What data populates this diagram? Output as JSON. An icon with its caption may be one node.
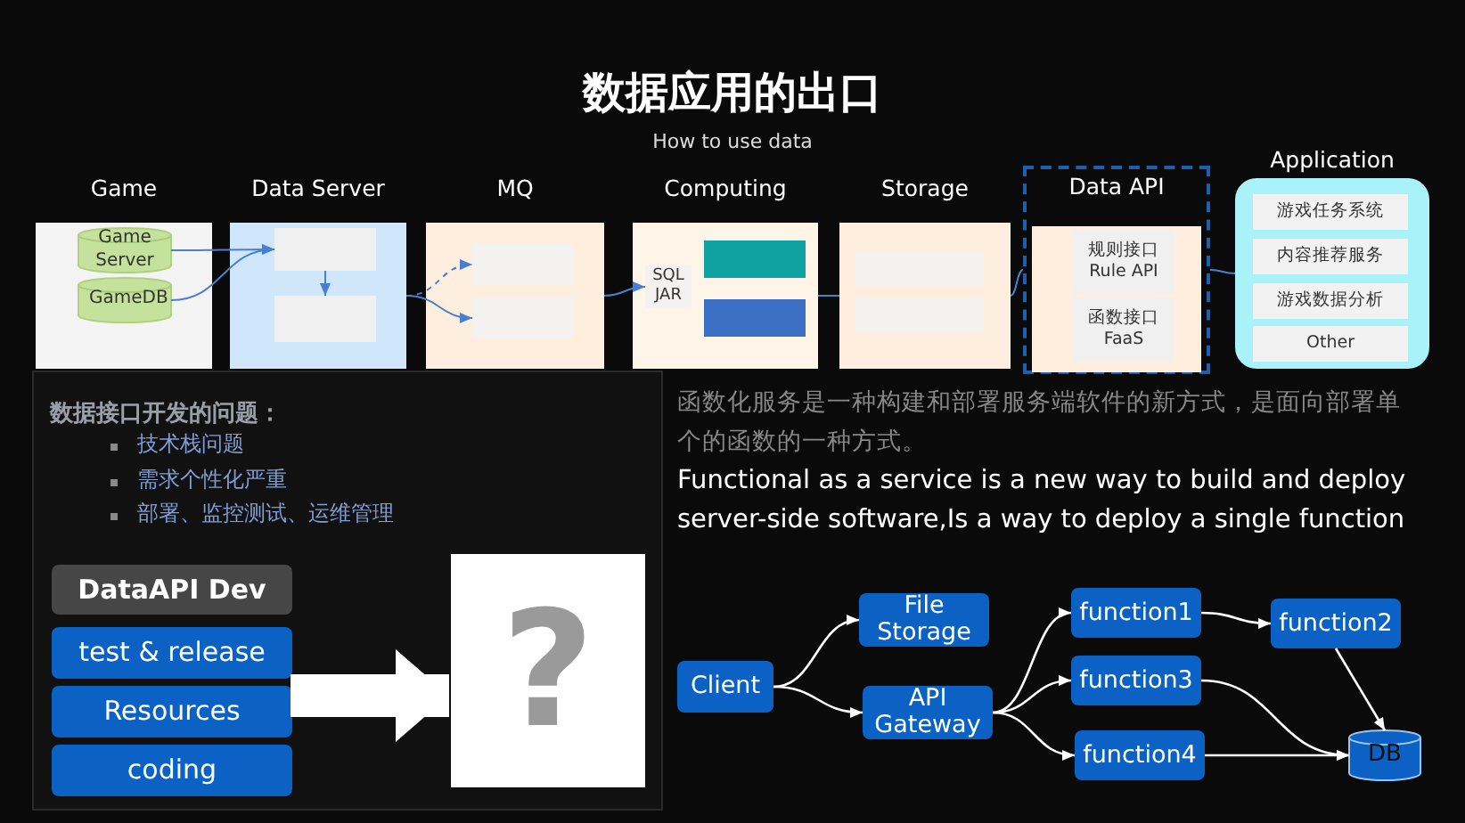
{
  "diagram": {
    "title": "数据应用的出口",
    "nodes": [
      {
        "text": [
          "Game"
        ]
      },
      {
        "text": [
          "Game Server"
        ],
        "in": 0
      },
      {
        "text": [
          "GameDB"
        ],
        "in": 0
      },
      {
        "text": [
          "Data Server"
        ]
      },
      {
        "text": [],
        "shape": "box",
        "in": 3
      },
      {
        "text": [],
        "shape": "box",
        "in": 3
      },
      {
        "text": [
          "MQ"
        ]
      },
      {
        "text": [],
        "shape": "box",
        "in": 6
      },
      {
        "text": [],
        "shape": "box",
        "in": 6
      },
      {
        "text": [
          "Computing"
        ]
      },
      {
        "text": [
          "SQL JAR"
        ],
        "in": 9
      },
      {
        "text": [],
        "shape": "box",
        "in": 9
      },
      {
        "text": [],
        "shape": "box",
        "in": 9
      },
      {
        "text": [
          "Storage"
        ]
      },
      {
        "text": [],
        "shape": "box",
        "in": 13
      },
      {
        "text": [],
        "shape": "box",
        "in": 13
      },
      {
        "text": [
          "Data API"
        ]
      },
      {
        "text": [],
        "shape": "box",
        "in": 16
      },
      {
        "text": [
          "规则接口",
          "Rule API"
        ],
        "in": 17
      },
      {
        "text": [
          "函数接口",
          "FaaS"
        ],
        "in": 17
      },
      {
        "text": [
          "Application"
        ]
      },
      {
        "text": [
          "游戏任务系统"
        ],
        "in": 20
      },
      {
        "text": [
          "内容推荐服务"
        ],
        "in": 20
      },
      {
        "text": [
          "游戏数据分析"
        ],
        "in": 20
      },
      {
        "text": [
          "Other"
        ],
        "in": 20
      },
      {
        "text": [
          "数据接口开发的问题：",
          "技术栈问题",
          "需求个性化严重",
          "部署、监控测试、运维管理"
        ]
      },
      {
        "text": [
          "DataAPI Dev"
        ],
        "in": 25
      },
      {
        "text": [
          "test & release"
        ],
        "in": 25
      },
      {
        "text": [
          "Resources"
        ],
        "in": 25
      },
      {
        "text": [
          "coding"
        ],
        "in": 25
      },
      {
        "text": [
          "?"
        ],
        "in": 25
      },
      {
        "text": [
          "Client"
        ]
      },
      {
        "text": [
          "File Storage"
        ]
      },
      {
        "text": [
          "API Gateway"
        ]
      },
      {
        "text": [
          "function1"
        ]
      },
      {
        "text": [
          "function2"
        ]
      },
      {
        "text": [
          "function3"
        ]
      },
      {
        "text": [
          "function4"
        ]
      },
      {
        "text": [
          "DB"
        ]
      }
    ],
    "edges": [
      {
        "from": 1,
        "to": 4,
        "arrow": "to",
        "color": "#4a7fd0"
      },
      {
        "from": 2,
        "to": 4,
        "arrow": "to",
        "color": "#4a7fd0"
      },
      {
        "from": 4,
        "to": 5,
        "arrow": "to",
        "color": "#4a7fd0"
      },
      {
        "from": 3,
        "to": 7,
        "arrow": "to",
        "style": "dashed",
        "color": "#4a7fd0"
      },
      {
        "from": 3,
        "to": 8,
        "arrow": "to",
        "color": "#4a7fd0"
      },
      {
        "from": 6,
        "to": 10,
        "arrow": "to",
        "color": "#4a7fd0"
      },
      {
        "from": 9,
        "to": 13,
        "arrow": "none",
        "color": "#4a7fd0"
      },
      {
        "from": 13,
        "to": 16,
        "arrow": "none",
        "color": "#4a7fd0"
      },
      {
        "from": 16,
        "to": 20,
        "arrow": "none",
        "color": "#4a7fd0"
      },
      {
        "from": 28,
        "to": 30,
        "arrow": "to",
        "style": "thick"
      },
      {
        "from": 31,
        "to": 32,
        "arrow": "to"
      },
      {
        "from": 31,
        "to": 33,
        "arrow": "to"
      },
      {
        "from": 33,
        "to": 34,
        "arrow": "to"
      },
      {
        "from": 33,
        "to": 36,
        "arrow": "to"
      },
      {
        "from": 33,
        "to": 37,
        "arrow": "to"
      },
      {
        "from": 34,
        "to": 35,
        "arrow": "to"
      },
      {
        "from": 35,
        "to": 38,
        "arrow": "to"
      },
      {
        "from": 36,
        "to": 38,
        "arrow": "to"
      },
      {
        "from": 37,
        "to": 38,
        "arrow": "to"
      }
    ],
    "labels": [
      "How to use data",
      "函数化服务是一种构建和部署服务端软件的新方式，是面向部署单个的函数的一种方式。",
      "Functional as a service is a new way to build and deploy server-side software,Is a way to deploy a single function"
    ]
  }
}
